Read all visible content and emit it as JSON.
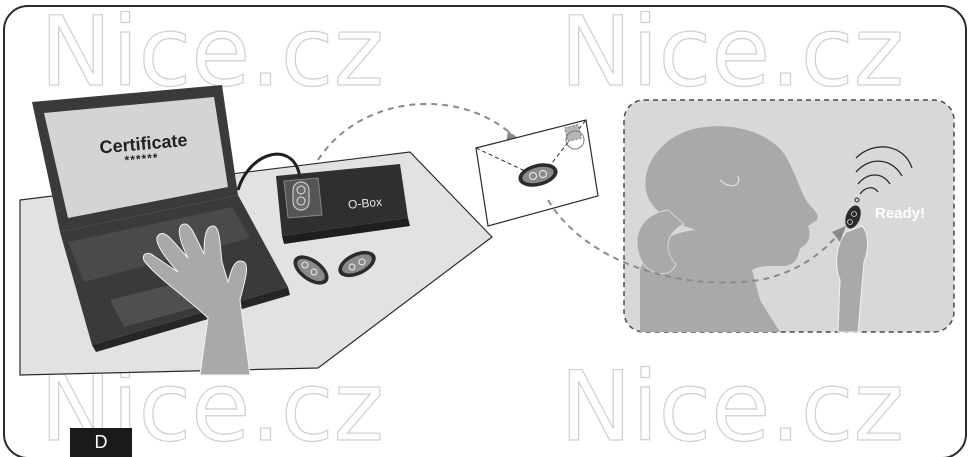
{
  "watermark": {
    "texts": [
      "Nice.cz",
      "Nice.cz",
      "Nice.cz",
      "Nice.cz"
    ]
  },
  "laptop": {
    "screen_title": "Certificate",
    "screen_password": "******"
  },
  "obox": {
    "label": "O-Box"
  },
  "phone_scene": {
    "status": "Ready!"
  },
  "panel": {
    "label": "D"
  },
  "colors": {
    "frame": "#2b2b2b",
    "table": "#e2e2e2",
    "laptop_body": "#3a3a3a",
    "laptop_screen": "#d4d4d4",
    "obox_body": "#2f2f2f",
    "silhouette": "#a9a9a9",
    "scene_bg": "#d8d8d8",
    "dashed_arrow": "#8a8a8a"
  }
}
